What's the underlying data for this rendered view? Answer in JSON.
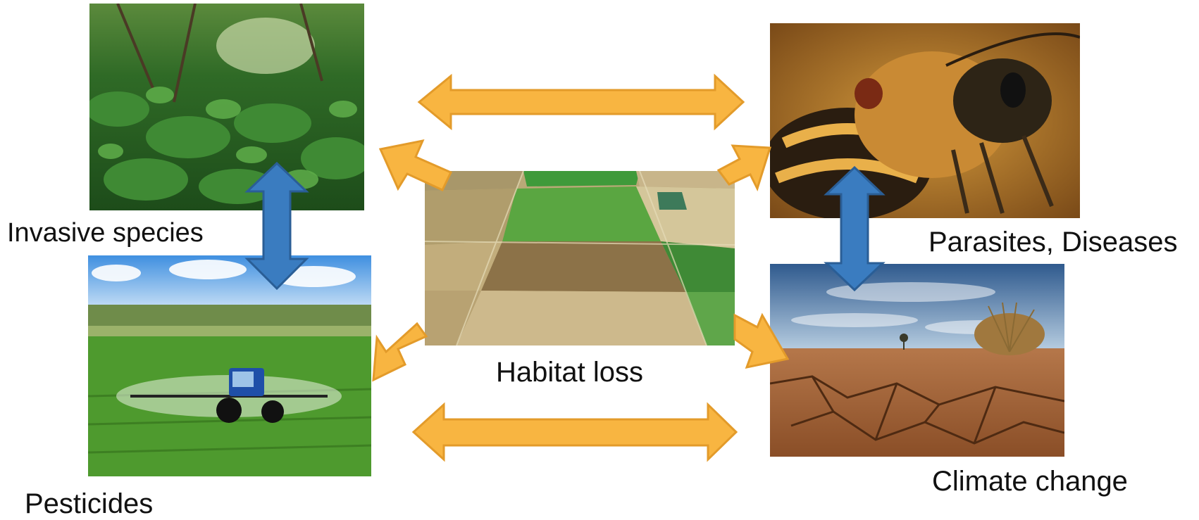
{
  "nodes": {
    "center": {
      "label": "Habitat loss",
      "image": "aerial-farmland-fields"
    },
    "top_left": {
      "label": "Invasive species",
      "image": "dense-vegetation-ivy"
    },
    "bottom_left": {
      "label": "Pesticides",
      "image": "tractor-spraying-field"
    },
    "top_right": {
      "label": "Parasites, Diseases",
      "image": "honeybee-closeup"
    },
    "bottom_right": {
      "label": "Climate change",
      "image": "cracked-drought-earth"
    }
  },
  "colors": {
    "orange_arrow": "#F8B541",
    "orange_arrow_outline": "#E39B2A",
    "blue_arrow": "#3A7CC0",
    "blue_arrow_outline": "#2A5E96"
  }
}
